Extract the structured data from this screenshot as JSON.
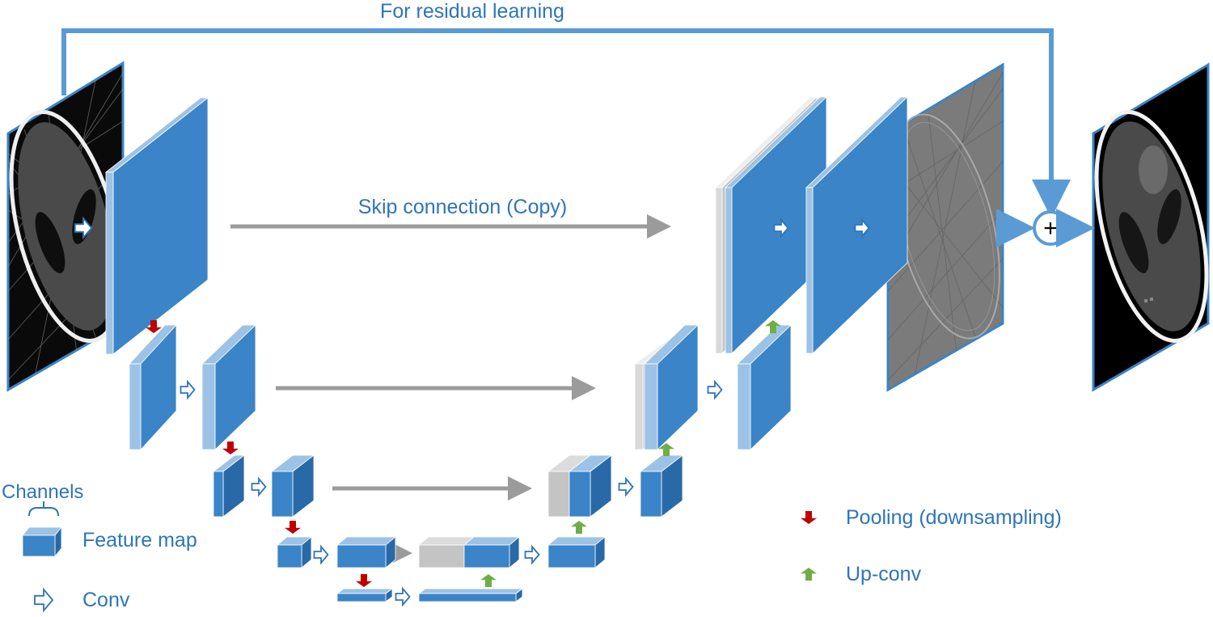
{
  "labels": {
    "residual": "For residual learning",
    "skip": "Skip connection (Copy)",
    "channels": "Channels",
    "feature_map": "Feature map",
    "conv": "Conv",
    "pooling": "Pooling (downsampling)",
    "upconv": "Up-conv",
    "plus": "+"
  },
  "colors": {
    "blue_front": "#3a84c7",
    "blue_side": "#2969a8",
    "blue_top": "#9cc2e5",
    "gray_block": "#c4c4c4",
    "gray_arrow": "#9b9b9b",
    "line_blue": "#5b9bd5",
    "pool_red": "#c00000",
    "upconv_green": "#70ad47",
    "text_blue": "#2e75b6"
  },
  "images": {
    "input": "artifact-ct-input-icon",
    "residual": "residual-artifact-map-icon",
    "output": "clean-phantom-output-icon"
  }
}
